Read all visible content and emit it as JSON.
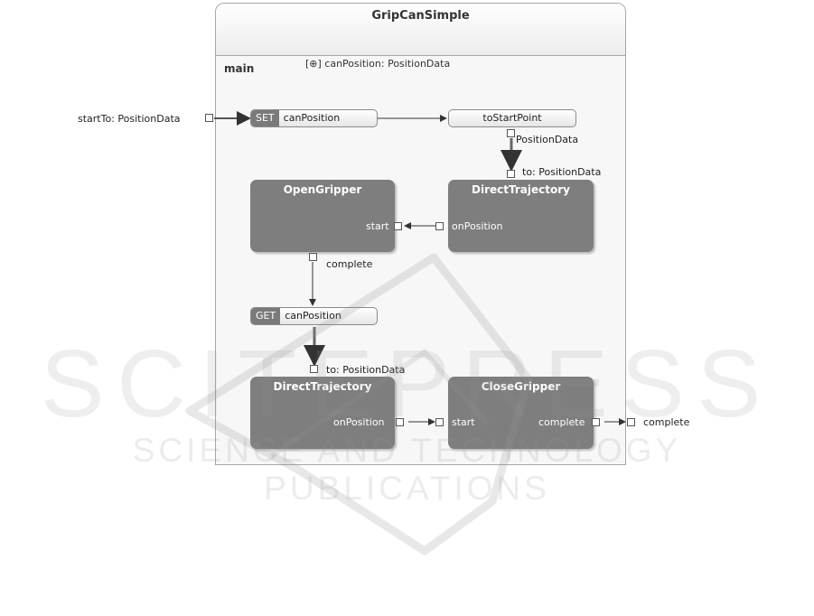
{
  "frame": {
    "title": "GripCanSimple",
    "region": "main",
    "variable": "[⊕] canPosition: PositionData"
  },
  "input": {
    "label": "startTo: PositionData"
  },
  "set_node": {
    "tag": "SET",
    "name": "canPosition"
  },
  "get_node": {
    "tag": "GET",
    "name": "canPosition"
  },
  "to_start_point": {
    "name": "toStartPoint",
    "output_label": "PositionData"
  },
  "direct_trajectory_1": {
    "title": "DirectTrajectory",
    "input_label": "to: PositionData",
    "output_label": "onPosition"
  },
  "open_gripper": {
    "title": "OpenGripper",
    "input_label": "start",
    "output_label": "complete"
  },
  "direct_trajectory_2": {
    "title": "DirectTrajectory",
    "input_label": "to: PositionData",
    "output_label": "onPosition"
  },
  "close_gripper": {
    "title": "CloseGripper",
    "input_label": "start",
    "output_label": "complete"
  },
  "output": {
    "label": "complete"
  },
  "watermark": {
    "line1": "SCITEPRESS",
    "line2": "SCIENCE AND TECHNOLOGY PUBLICATIONS"
  },
  "colors": {
    "state_fill": "#7e7e7e",
    "frame_bg": "#f7f7f7",
    "edge": "#333333"
  }
}
